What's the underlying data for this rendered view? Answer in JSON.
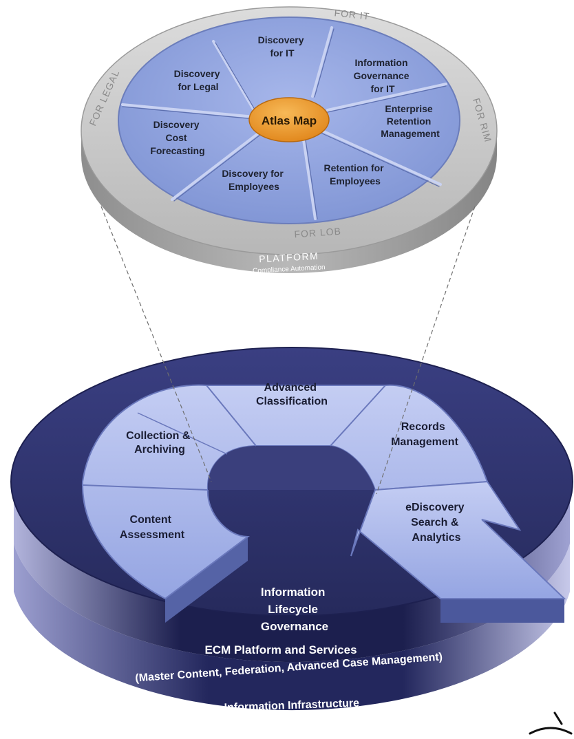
{
  "top_disc": {
    "center": "Atlas Map",
    "segments": {
      "discovery_for_it": [
        "Discovery",
        "for IT"
      ],
      "info_gov_for_it": [
        "Information",
        "Governance",
        "for IT"
      ],
      "enterprise_retention": [
        "Enterprise",
        "Retention",
        "Management"
      ],
      "retention_for_employees": [
        "Retention for",
        "Employees"
      ],
      "discovery_for_employees": [
        "Discovery for",
        "Employees"
      ],
      "discovery_cost_forecasting": [
        "Discovery",
        "Cost",
        "Forecasting"
      ],
      "discovery_for_legal": [
        "Discovery",
        "for Legal"
      ]
    },
    "ring_labels": {
      "it": "FOR IT",
      "rim": "FOR RIM",
      "lob": "FOR LOB",
      "legal": "FOR LEGAL"
    },
    "platform": "PLATFORM",
    "platform_sub": "Compliance Automation"
  },
  "bottom_disc": {
    "segments": {
      "advanced_classification": [
        "Advanced",
        "Classification"
      ],
      "collection_archiving": [
        "Collection &",
        "Archiving"
      ],
      "records_management": [
        "Records",
        "Management"
      ],
      "content_assessment": [
        "Content",
        "Assessment"
      ],
      "ediscovery": [
        "eDiscovery",
        "Search &",
        "Analytics"
      ]
    },
    "center": [
      "Information",
      "Lifecycle",
      "Governance"
    ],
    "ecm_title": "ECM Platform and Services",
    "ecm_sub": "(Master Content, Federation, Advanced Case Management)",
    "infrastructure": "Information Infrastructure"
  },
  "colors": {
    "wedge": "#8fa2dc",
    "center": "#ef9a2a",
    "ring": "#c4c4c4",
    "navy": "#2b2f6b",
    "cycle": "#a8b6ec"
  }
}
